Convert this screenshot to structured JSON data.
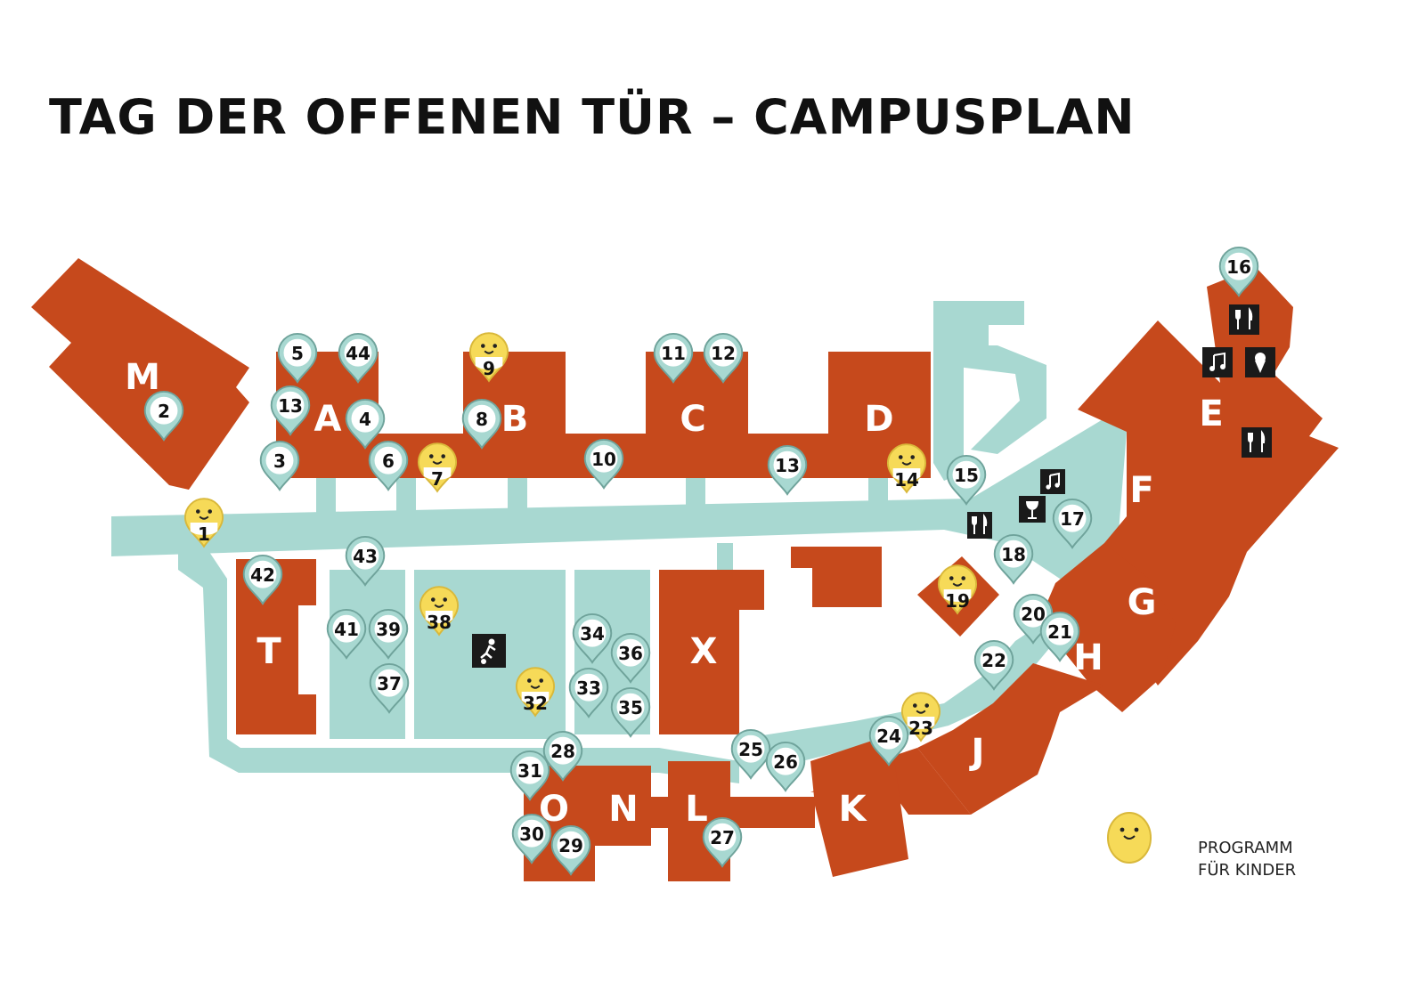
{
  "title": "TAG DER OFFENEN TÜR – CAMPUSPLAN",
  "colors": {
    "building": "#C6491C",
    "path": "#A8D8D1",
    "pin": "#A8D8D1",
    "kids_pin": "#F6DA58",
    "icon_bg": "#1A1A1A",
    "text": "#111111"
  },
  "buildings": [
    "M",
    "A",
    "B",
    "C",
    "D",
    "E",
    "F",
    "G",
    "H",
    "J",
    "K",
    "L",
    "N",
    "O",
    "T",
    "X"
  ],
  "locations": [
    "1",
    "2",
    "3",
    "4",
    "5",
    "6",
    "7",
    "8",
    "9",
    "10",
    "11",
    "12",
    "13",
    "13",
    "14",
    "15",
    "16",
    "17",
    "18",
    "19",
    "20",
    "21",
    "22",
    "23",
    "24",
    "25",
    "26",
    "27",
    "28",
    "29",
    "30",
    "31",
    "32",
    "33",
    "34",
    "35",
    "36",
    "37",
    "38",
    "39",
    "41",
    "42",
    "43",
    "44"
  ],
  "kids_program_locations": [
    "1",
    "7",
    "9",
    "14",
    "19",
    "23",
    "32",
    "38"
  ],
  "facility_icons": [
    "restaurant-icon",
    "restaurant-icon",
    "restaurant-icon",
    "music-icon",
    "music-icon",
    "ice-cream-icon",
    "drinks-icon",
    "football-icon"
  ],
  "legend": {
    "line1": "PROGRAMM",
    "line2": "FÜR KINDER"
  }
}
